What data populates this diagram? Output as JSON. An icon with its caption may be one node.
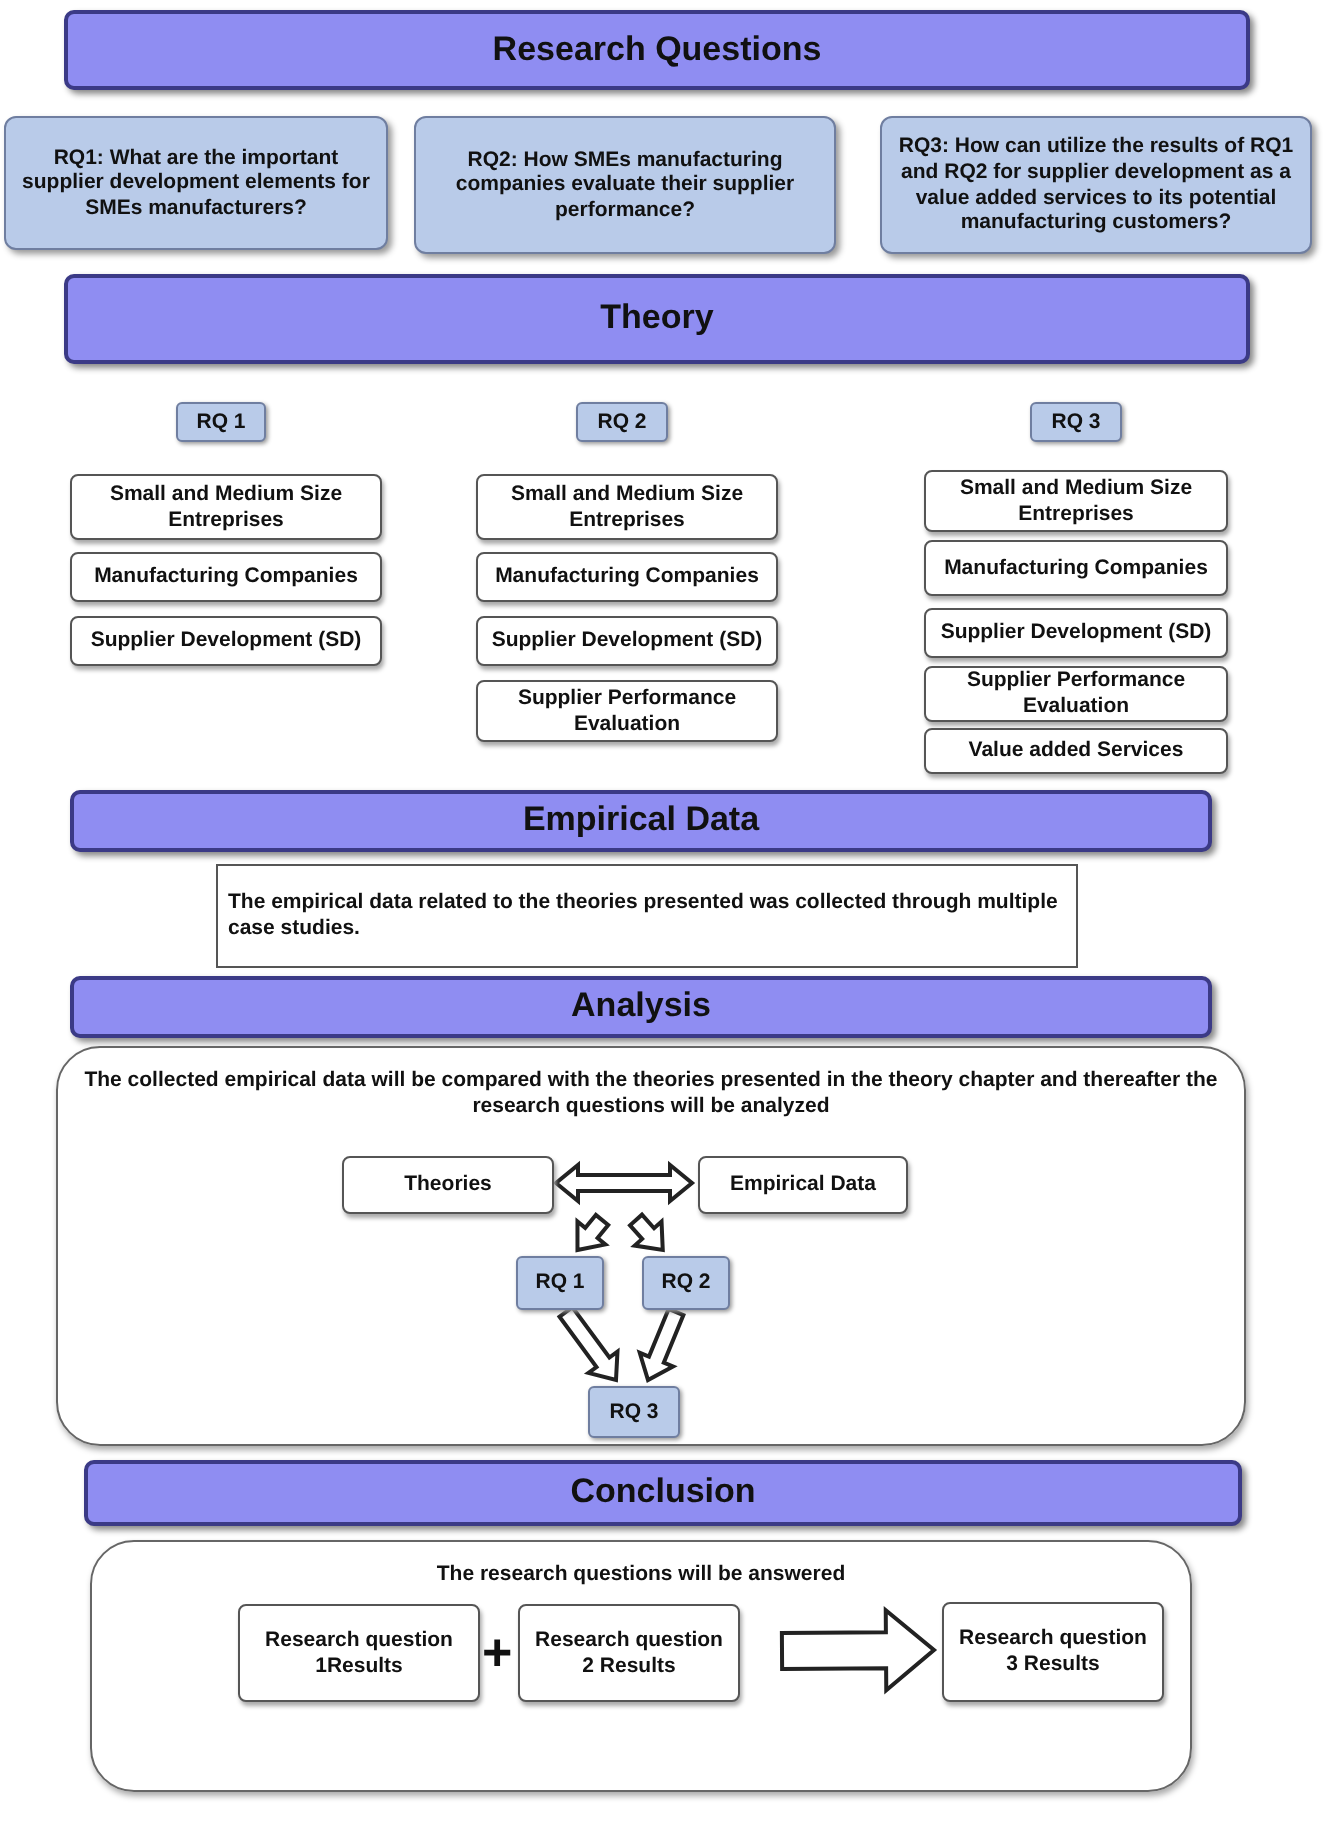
{
  "diagram": {
    "nodes": [
      {
        "text": [
          "Research Questions"
        ]
      },
      {
        "text": [
          "RQ1: What are the important supplier development elements for SMEs manufacturers?"
        ]
      },
      {
        "text": [
          "RQ2: How SMEs manufacturing companies evaluate their supplier performance?"
        ]
      },
      {
        "text": [
          "RQ3: How can utilize the results of RQ1 and RQ2 for supplier development as a value added services to its potential manufacturing customers?"
        ]
      },
      {
        "text": [
          "Theory"
        ]
      },
      {
        "text": [
          "RQ 1"
        ]
      },
      {
        "text": [
          "RQ 2"
        ]
      },
      {
        "text": [
          "RQ 3"
        ]
      },
      {
        "text": [
          "Small and Medium Size Entreprises"
        ]
      },
      {
        "text": [
          "Manufacturing Companies"
        ]
      },
      {
        "text": [
          "Supplier Development (SD)"
        ]
      },
      {
        "text": [
          "Small and Medium Size Entreprises"
        ]
      },
      {
        "text": [
          "Manufacturing Companies"
        ]
      },
      {
        "text": [
          "Supplier Development (SD)"
        ]
      },
      {
        "text": [
          "Supplier Performance Evaluation"
        ]
      },
      {
        "text": [
          "Small and Medium Size Entreprises"
        ]
      },
      {
        "text": [
          "Manufacturing Companies"
        ]
      },
      {
        "text": [
          "Supplier Development (SD)"
        ]
      },
      {
        "text": [
          "Supplier Performance Evaluation"
        ]
      },
      {
        "text": [
          "Value added Services"
        ]
      },
      {
        "text": [
          "Empirical Data"
        ]
      },
      {
        "text": [
          "The empirical data related to the theories presented was collected through multiple case studies."
        ]
      },
      {
        "text": [
          "Analysis"
        ]
      },
      {
        "text": [
          "The collected empirical data will be compared with the theories presented in the theory chapter and thereafter the research questions will be analyzed"
        ]
      },
      {
        "text": [
          "Theories"
        ],
        "in": 23
      },
      {
        "text": [
          "Empirical Data"
        ],
        "in": 23
      },
      {
        "text": [
          "RQ 1"
        ],
        "in": 23
      },
      {
        "text": [
          "RQ 2"
        ],
        "in": 23
      },
      {
        "text": [
          "RQ 3"
        ],
        "in": 23
      },
      {
        "text": [
          "Conclusion"
        ]
      },
      {
        "text": [
          "The research questions will be answered"
        ]
      },
      {
        "text": [
          "Research question 1Results"
        ],
        "in": 30
      },
      {
        "text": [
          "Research question 2 Results"
        ],
        "in": 30
      },
      {
        "text": [
          "Research question 3 Results"
        ],
        "in": 30
      }
    ],
    "edges": [
      {
        "from": 24,
        "to": 25,
        "arrow": "both"
      },
      {
        "from": null,
        "to": 26,
        "arrow": "to"
      },
      {
        "from": null,
        "to": 27,
        "arrow": "to"
      },
      {
        "from": 26,
        "to": 28,
        "arrow": "to"
      },
      {
        "from": 27,
        "to": 28,
        "arrow": "to"
      },
      {
        "from": 32,
        "to": 33,
        "arrow": "to",
        "style": "thick"
      }
    ],
    "labels": [
      "+"
    ]
  }
}
